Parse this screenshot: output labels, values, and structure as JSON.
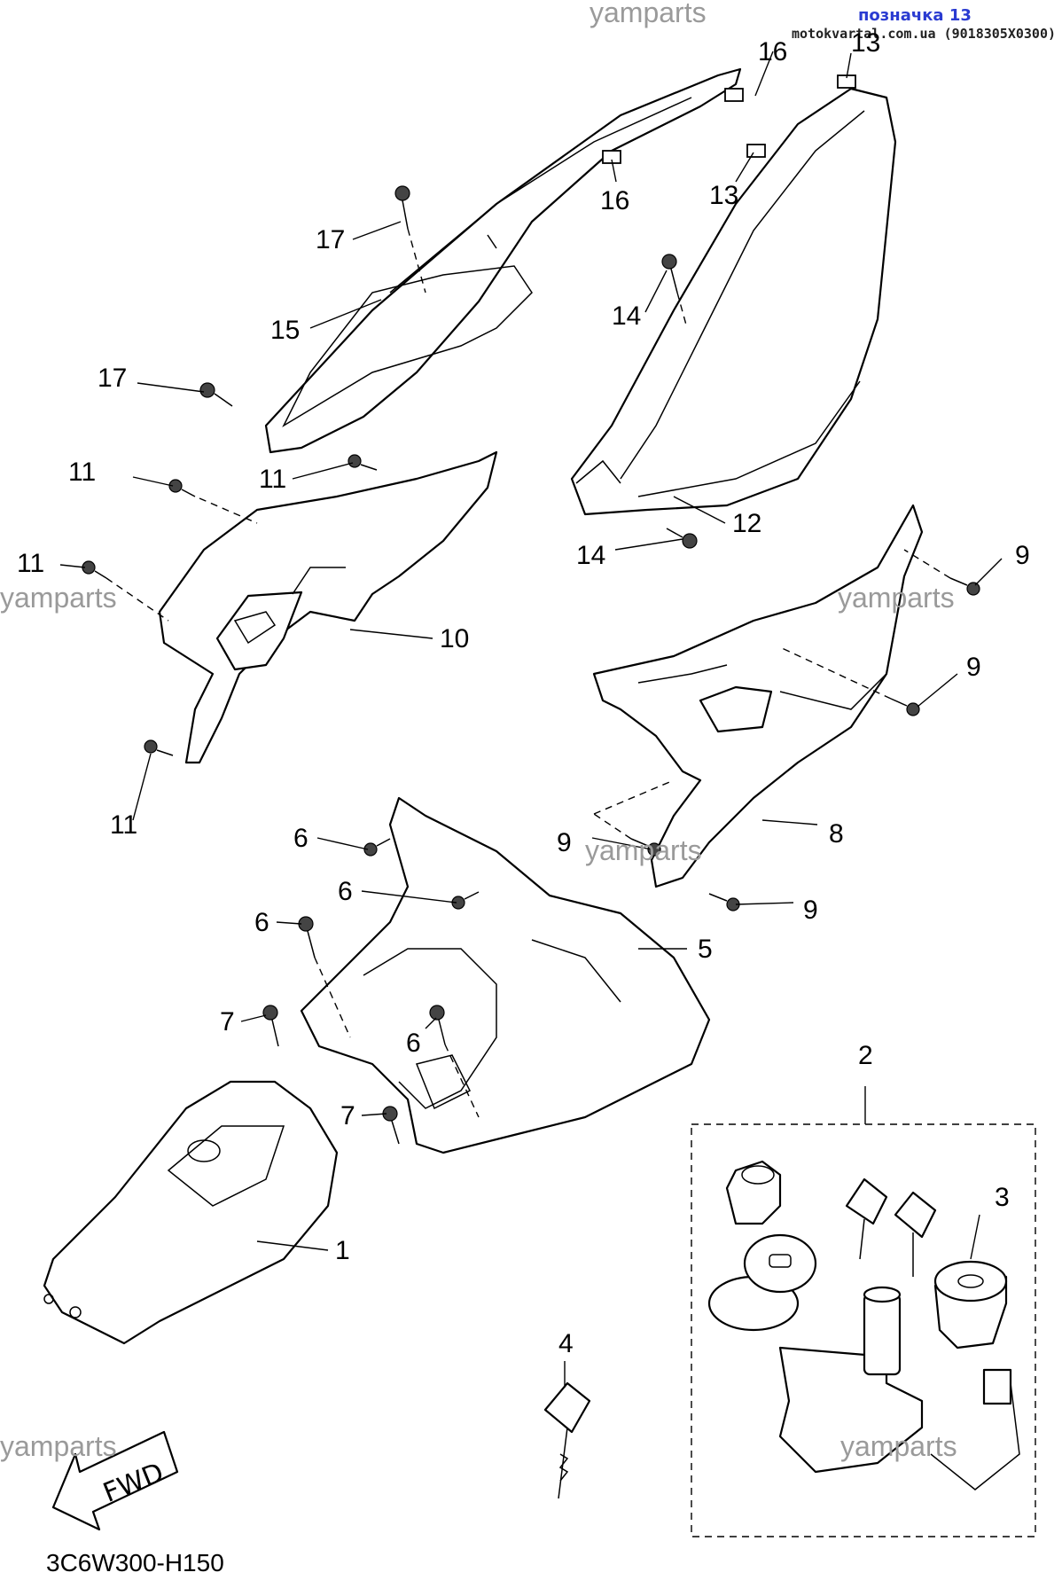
{
  "header": {
    "watermark_top": "yamparts",
    "ref_label": "позначка 13",
    "site_text": "motokvartal.com.ua (9018305X0300)"
  },
  "watermarks": [
    "yamparts",
    "yamparts",
    "yamparts",
    "yamparts",
    "yamparts"
  ],
  "callouts": {
    "c1": "1",
    "c2": "2",
    "c3": "3",
    "c4": "4",
    "c5": "5",
    "c6a": "6",
    "c6b": "6",
    "c6c": "6",
    "c6d": "6",
    "c7a": "7",
    "c7b": "7",
    "c8": "8",
    "c9a": "9",
    "c9b": "9",
    "c9c": "9",
    "c9d": "9",
    "c10": "10",
    "c11a": "11",
    "c11b": "11",
    "c11c": "11",
    "c11d": "11",
    "c12": "12",
    "c13a": "13",
    "c13b": "13",
    "c14a": "14",
    "c14b": "14",
    "c15": "15",
    "c16a": "16",
    "c16b": "16",
    "c17a": "17",
    "c17b": "17"
  },
  "fwd_arrow": "FWD",
  "diagram_code": "3C6W300-H150"
}
